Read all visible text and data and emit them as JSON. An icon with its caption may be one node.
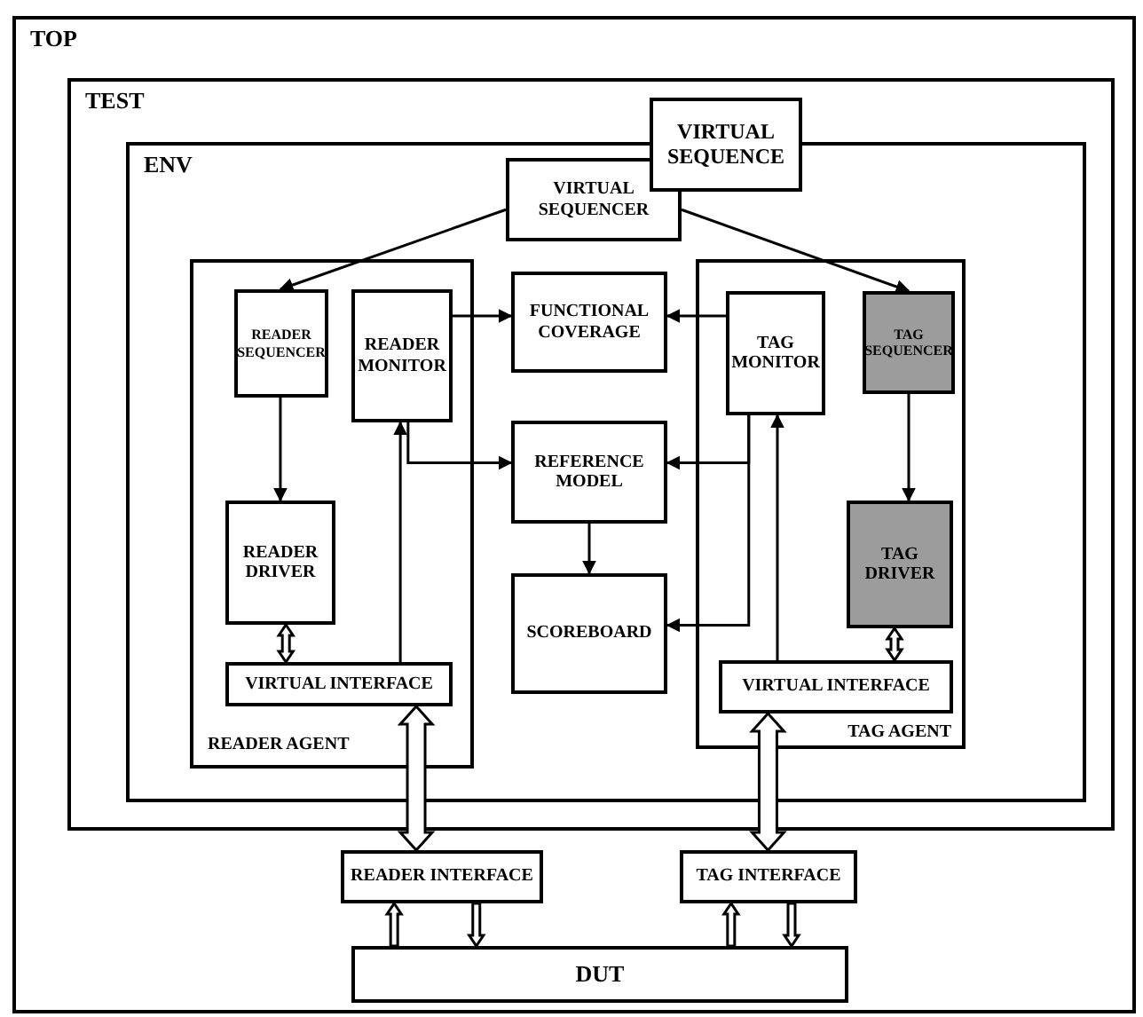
{
  "diagram": {
    "nodes": [
      {
        "text": [
          "TOP"
        ]
      },
      {
        "text": [
          "TEST"
        ],
        "in": 0
      },
      {
        "text": [
          "ENV"
        ],
        "in": 1
      },
      {
        "text": [
          "VIRTUAL SEQUENCE"
        ],
        "in": 1
      },
      {
        "text": [
          "VIRTUAL SEQUENCER"
        ],
        "in": 2
      },
      {
        "text": [
          "READER AGENT"
        ],
        "in": 2
      },
      {
        "text": [
          "READER SEQUENCER"
        ],
        "in": 5
      },
      {
        "text": [
          "READER MONITOR"
        ],
        "in": 5
      },
      {
        "text": [
          "READER DRIVER"
        ],
        "in": 5
      },
      {
        "text": [
          "VIRTUAL INTERFACE"
        ],
        "in": 5
      },
      {
        "text": [
          "FUNCTIONAL COVERAGE"
        ],
        "in": 2
      },
      {
        "text": [
          "REFERENCE MODEL"
        ],
        "in": 2
      },
      {
        "text": [
          "SCOREBOARD"
        ],
        "in": 2
      },
      {
        "text": [
          "TAG AGENT"
        ],
        "in": 2
      },
      {
        "text": [
          "TAG MONITOR"
        ],
        "in": 13
      },
      {
        "text": [
          "TAG SEQUENCER"
        ],
        "in": 13
      },
      {
        "text": [
          "TAG DRIVER"
        ],
        "in": 13
      },
      {
        "text": [
          "VIRTUAL INTERFACE"
        ],
        "in": 13
      },
      {
        "text": [
          "READER INTERFACE"
        ],
        "in": 0
      },
      {
        "text": [
          "TAG INTERFACE"
        ],
        "in": 0
      },
      {
        "text": [
          "DUT"
        ],
        "in": 0
      }
    ],
    "edges": [
      {
        "from": 4,
        "to": 6,
        "arrow": "to"
      },
      {
        "from": 4,
        "to": 15,
        "arrow": "to"
      },
      {
        "from": 7,
        "to": 10,
        "arrow": "to"
      },
      {
        "from": 7,
        "to": 11,
        "arrow": "to"
      },
      {
        "from": 14,
        "to": 10,
        "arrow": "to"
      },
      {
        "from": 14,
        "to": 11,
        "arrow": "to"
      },
      {
        "from": 14,
        "to": 12,
        "arrow": "to"
      },
      {
        "from": 6,
        "to": 8,
        "arrow": "to"
      },
      {
        "from": 15,
        "to": 16,
        "arrow": "to"
      },
      {
        "from": 11,
        "to": 12,
        "arrow": "to"
      },
      {
        "from": 9,
        "to": 7,
        "arrow": "to"
      },
      {
        "from": 17,
        "to": 14,
        "arrow": "to"
      },
      {
        "from": 8,
        "to": 9,
        "arrow": "both",
        "style": "thick"
      },
      {
        "from": 16,
        "to": 17,
        "arrow": "both",
        "style": "thick"
      },
      {
        "from": 9,
        "to": 18,
        "arrow": "both",
        "style": "thick"
      },
      {
        "from": 17,
        "to": 19,
        "arrow": "both",
        "style": "thick"
      },
      {
        "from": 20,
        "to": 18,
        "arrow": "to",
        "style": "thick"
      },
      {
        "from": 18,
        "to": 20,
        "arrow": "to",
        "style": "thick"
      },
      {
        "from": 20,
        "to": 19,
        "arrow": "to",
        "style": "thick"
      },
      {
        "from": 19,
        "to": 20,
        "arrow": "to",
        "style": "thick"
      }
    ]
  }
}
